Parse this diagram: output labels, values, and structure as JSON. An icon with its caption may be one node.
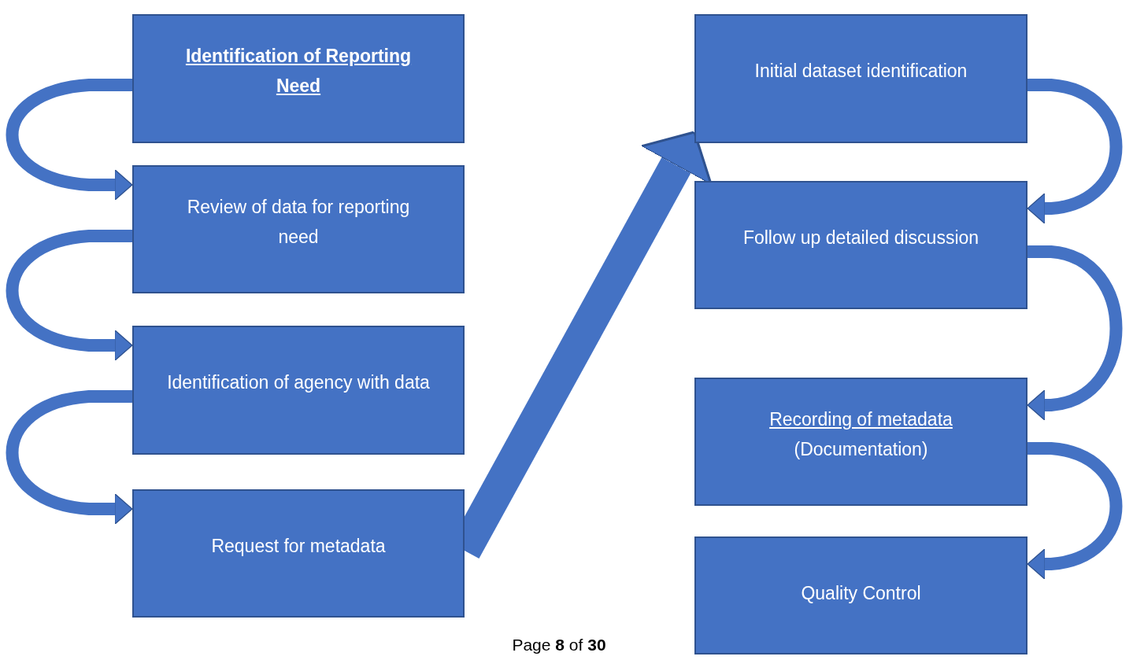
{
  "diagram": {
    "nodes": [
      {
        "text": [
          "Identification of Reporting Need"
        ]
      },
      {
        "text": [
          "Review of data for reporting need"
        ]
      },
      {
        "text": [
          "Identification of agency with data"
        ]
      },
      {
        "text": [
          "Request for metadata"
        ]
      },
      {
        "text": [
          "Initial dataset identification"
        ]
      },
      {
        "text": [
          "Follow up detailed discussion"
        ]
      },
      {
        "text": [
          "Recording of metadata",
          "(Documentation)"
        ]
      },
      {
        "text": [
          "Quality Control"
        ]
      }
    ],
    "edges": [
      {
        "from": 0,
        "to": 1,
        "arrow": "to"
      },
      {
        "from": 1,
        "to": 2,
        "arrow": "to"
      },
      {
        "from": 2,
        "to": 3,
        "arrow": "to"
      },
      {
        "from": 3,
        "to": 4,
        "arrow": "to",
        "style": "thick"
      },
      {
        "from": 4,
        "to": 5,
        "arrow": "to"
      },
      {
        "from": 5,
        "to": 6,
        "arrow": "to"
      },
      {
        "from": 6,
        "to": 7,
        "arrow": "to"
      }
    ],
    "labels": [
      "Page **8** of **30**"
    ]
  }
}
